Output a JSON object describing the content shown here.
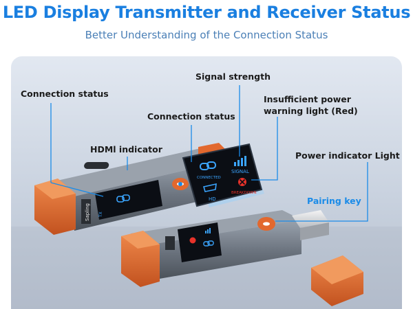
{
  "header": {
    "title": "LED Display Transmitter and Receiver Status",
    "subtitle": "Better Understanding of the Connection Status"
  },
  "callouts": {
    "connection_status_left": "Connection status",
    "signal_strength": "Signal strength",
    "insufficient_power_line1": "Insufficient power",
    "insufficient_power_line2": "warning light (Red)",
    "connection_status_mid": "Connection status",
    "hdmi_indicator": "HDMl indicator",
    "power_indicator": "Power indicator Light",
    "pairing_key": "Pairing key"
  },
  "screen_labels": {
    "connected": "CONNECTED",
    "signal": "SIGNAL",
    "hd": "HD",
    "breakdown": "BREAKDOWN"
  },
  "device_markings": {
    "brand": "Sapling",
    "tx_label": "TX"
  },
  "colors": {
    "title": "#1a7fe0",
    "subtitle": "#4a7fb6",
    "accent_orange": "#e2682e",
    "callout_line": "#1a8be8",
    "screen_blue": "#3ba5ff",
    "warning_red": "#e8322a"
  },
  "icons": [
    "link-icon",
    "signal-bars-icon",
    "hdmi-port-icon",
    "warning-x-icon"
  ]
}
